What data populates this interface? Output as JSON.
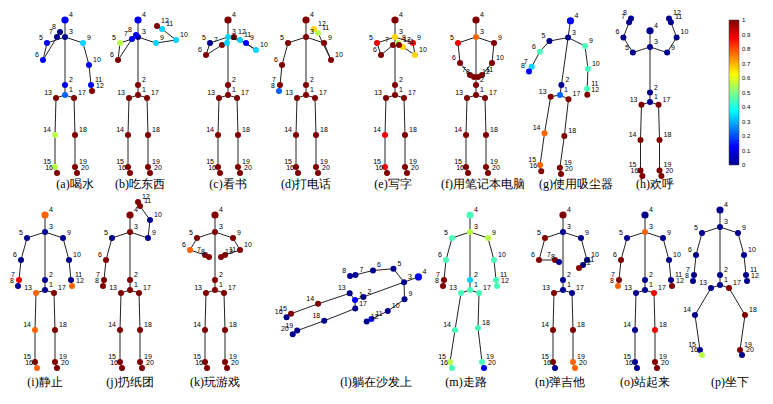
{
  "diagram": {
    "labels": [
      "(a)喝水",
      "(b)吃东西",
      "(c)看书",
      "(d)打电话",
      "(e)写字",
      "(f)用笔记本电脑",
      "(g)使用吸尘器",
      "(h)欢呼",
      "(i)静止",
      "(j)扔纸团",
      "(k)玩游戏",
      "(l)躺在沙发上",
      "(m)走路",
      "(n)弹吉他",
      "(o)站起来",
      "(p)坐下",
      "1",
      "0.9",
      "0.8",
      "0.7",
      "0.6",
      "0.5",
      "0.4",
      "0.3",
      "0.2",
      "0.1",
      "0",
      "1",
      "2",
      "3",
      "4",
      "5",
      "6",
      "7",
      "8",
      "9",
      "10",
      "11",
      "12",
      "13",
      "14",
      "15",
      "16",
      "17",
      "18",
      "19",
      "20",
      "1",
      "2",
      "3",
      "4",
      "5",
      "6",
      "7",
      "8",
      "9",
      "10",
      "11",
      "12",
      "13",
      "14",
      "15",
      "16",
      "17",
      "18",
      "19",
      "20",
      "1",
      "2",
      "3",
      "4",
      "5",
      "6",
      "7",
      "8",
      "9",
      "10",
      "11",
      "12",
      "13",
      "14",
      "15",
      "16",
      "17",
      "18",
      "19",
      "20",
      "1",
      "2",
      "3",
      "4",
      "5",
      "6",
      "7",
      "8",
      "9",
      "10",
      "11",
      "12",
      "13",
      "14",
      "15",
      "16",
      "17",
      "18",
      "19",
      "20",
      "1",
      "2",
      "3",
      "4",
      "5",
      "6",
      "7",
      "8",
      "9",
      "10",
      "11",
      "12",
      "13",
      "14",
      "15",
      "16",
      "17",
      "18",
      "19",
      "20",
      "1",
      "2",
      "3",
      "4",
      "5",
      "6",
      "7",
      "8",
      "9",
      "10",
      "11",
      "12",
      "13",
      "14",
      "15",
      "16",
      "17",
      "18",
      "19",
      "20",
      "1",
      "2",
      "3",
      "4",
      "5",
      "6",
      "7",
      "8",
      "9",
      "10",
      "11",
      "12",
      "13",
      "14",
      "15",
      "16",
      "17",
      "18",
      "19",
      "20",
      "1",
      "2",
      "3",
      "4",
      "5",
      "6",
      "7",
      "8",
      "9",
      "10",
      "11",
      "12",
      "13",
      "14",
      "15",
      "16",
      "17",
      "18",
      "19",
      "20",
      "1",
      "2",
      "3",
      "4",
      "5",
      "6",
      "7",
      "8",
      "9",
      "10",
      "11",
      "12",
      "13",
      "14",
      "15",
      "16",
      "17",
      "18",
      "19",
      "20",
      "1",
      "2",
      "3",
      "4",
      "5",
      "6",
      "7",
      "8",
      "9",
      "10",
      "11",
      "12",
      "13",
      "14",
      "15",
      "16",
      "17",
      "18",
      "19",
      "20",
      "1",
      "2",
      "3",
      "4",
      "5",
      "6",
      "7",
      "8",
      "9",
      "10",
      "11",
      "12",
      "13",
      "14",
      "15",
      "16",
      "17",
      "18",
      "19",
      "20",
      "1",
      "2",
      "3",
      "4",
      "5",
      "6",
      "7",
      "8",
      "9",
      "10",
      "11",
      "12",
      "13",
      "14",
      "15",
      "16",
      "17",
      "18",
      "19",
      "20",
      "1",
      "2",
      "3",
      "4",
      "5",
      "6",
      "7",
      "8",
      "9",
      "10",
      "11",
      "12",
      "13",
      "14",
      "15",
      "16",
      "17",
      "18",
      "19",
      "20",
      "1",
      "2",
      "3",
      "4",
      "5",
      "6",
      "7",
      "8",
      "9",
      "10",
      "11",
      "12",
      "13",
      "14",
      "15",
      "16",
      "17",
      "18",
      "19",
      "20",
      "1",
      "2",
      "3",
      "4",
      "5",
      "6",
      "7",
      "8",
      "9",
      "10",
      "11",
      "12",
      "13",
      "14",
      "15",
      "16",
      "17",
      "18",
      "19",
      "20",
      "1",
      "2",
      "3",
      "4",
      "5",
      "6",
      "7",
      "8",
      "9",
      "10",
      "11",
      "12",
      "13",
      "14",
      "15",
      "16",
      "17",
      "18",
      "19",
      "20"
    ]
  }
}
